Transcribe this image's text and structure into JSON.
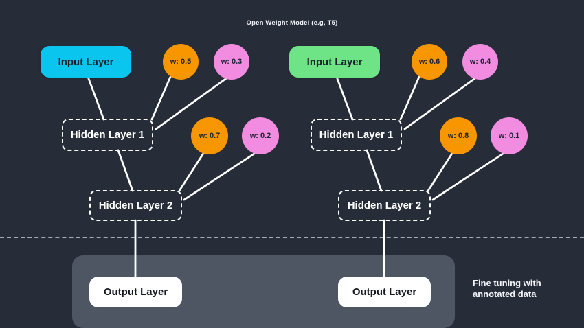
{
  "title": "Open Weight Model (e.g, T5)",
  "annotation": "Fine tuning with annotated data",
  "colors": {
    "background": "#272C39",
    "panel": "#4E5663",
    "line": "#FFFFFF",
    "separator": "#A6ACB8",
    "cyan": "#0AC5EE",
    "green": "#6FE487",
    "orange": "#F89600",
    "pink": "#F18CE1",
    "dark_text": "#1A202C",
    "light_text": "#F2F4F8"
  },
  "networks": [
    {
      "name": "left-network",
      "input": {
        "label": "Input Layer",
        "color": "#0AC5EE"
      },
      "hidden1": {
        "label": "Hidden Layer 1"
      },
      "hidden2": {
        "label": "Hidden Layer 2"
      },
      "output": {
        "label": "Output Layer"
      },
      "weights": [
        {
          "label": "w: 0.5",
          "color": "#F89600"
        },
        {
          "label": "w: 0.3",
          "color": "#F18CE1"
        },
        {
          "label": "w: 0.7",
          "color": "#F89600"
        },
        {
          "label": "w: 0.2",
          "color": "#F18CE1"
        }
      ]
    },
    {
      "name": "right-network",
      "input": {
        "label": "Input Layer",
        "color": "#6FE487"
      },
      "hidden1": {
        "label": "Hidden Layer 1"
      },
      "hidden2": {
        "label": "Hidden Layer 2"
      },
      "output": {
        "label": "Output Layer"
      },
      "weights": [
        {
          "label": "w: 0.6",
          "color": "#F89600"
        },
        {
          "label": "w: 0.4",
          "color": "#F18CE1"
        },
        {
          "label": "w: 0.8",
          "color": "#F89600"
        },
        {
          "label": "w: 0.1",
          "color": "#F18CE1"
        }
      ]
    }
  ]
}
